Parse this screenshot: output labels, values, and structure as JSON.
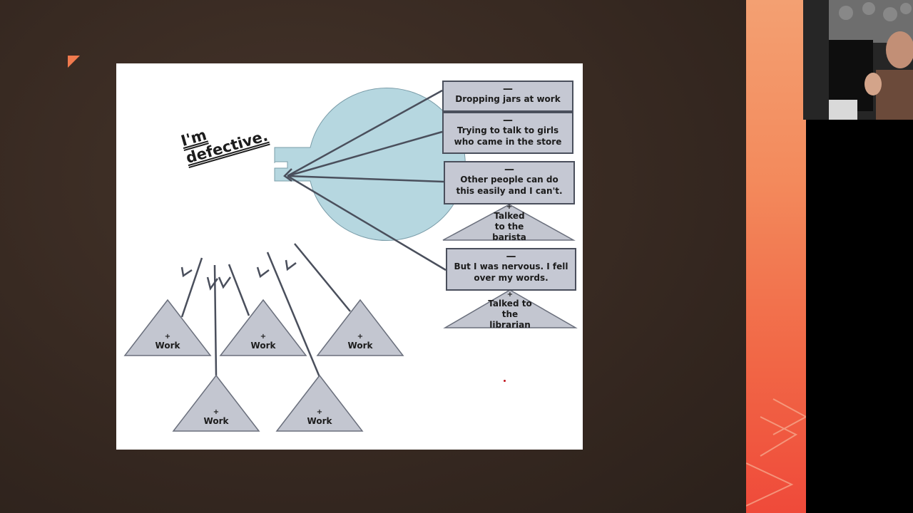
{
  "slide": {
    "belief_line1": "I'm",
    "belief_line2": "defective.",
    "negative_marker": "—",
    "positive_marker": "+",
    "negatives": [
      "Dropping jars at work",
      "Trying to talk to girls who came in the store",
      "Other people can do this easily and I can't.",
      "But I was nervous. I fell over my words."
    ],
    "positives_right": [
      "Talked to the barista",
      "Talked to the librarian"
    ],
    "positives_bottom": [
      "Work",
      "Work",
      "Work",
      "Work",
      "Work"
    ]
  },
  "colors": {
    "background": "#3a2c24",
    "accent": "#f16746",
    "circle_fill": "#b6d7e0",
    "box_fill": "#c5c8d3",
    "box_border": "#4a4f5c",
    "triangle_fill": "#c3c6d0"
  },
  "icons": [
    "corner-triangle-icon"
  ]
}
